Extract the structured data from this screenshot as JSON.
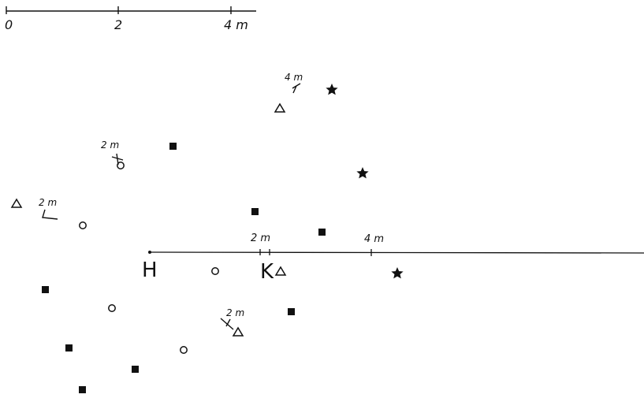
{
  "scale_bar": {
    "labels": [
      "0",
      "2",
      "4 m"
    ]
  },
  "axis": {
    "point_h": "H",
    "point_k": "K",
    "tick_labels": [
      "2 m",
      "4 m"
    ]
  },
  "measure_labels": {
    "upper_right": "4 m",
    "upper_left": "2 m",
    "left": "2 m",
    "lower": "2 m"
  },
  "legend_symbols": [
    "filled-square",
    "open-circle",
    "open-triangle",
    "filled-star"
  ],
  "ink_color": "#111111"
}
